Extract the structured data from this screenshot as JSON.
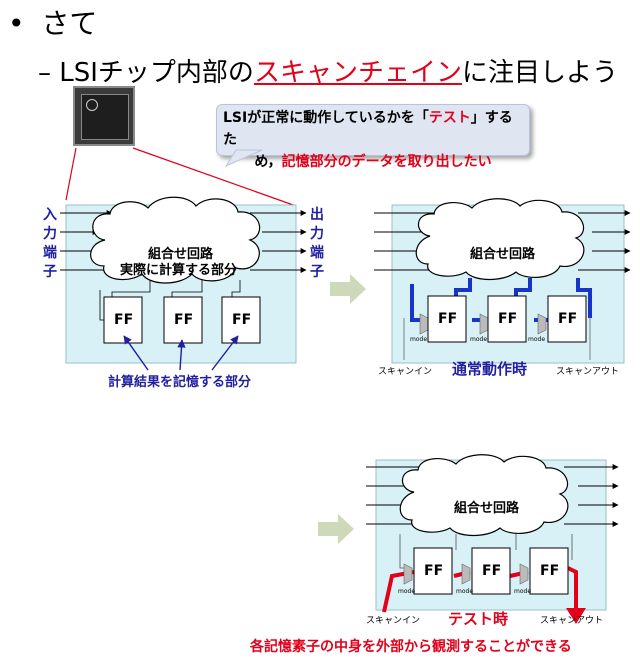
{
  "heading": {
    "bullet": "•",
    "text": "さて"
  },
  "subheading": {
    "prefix": "– LSIチップ内部の",
    "highlight": "スキャンチェイン",
    "suffix": "に注目しよう"
  },
  "callout": {
    "line1_a": "LSIが正常に動作しているかを「",
    "line1_red": "テスト",
    "line1_b": "」するた",
    "line2_a": "め，",
    "line2_red": "記憶部分のデータを取り出したい"
  },
  "left_diagram": {
    "inputs_label": [
      "入",
      "力",
      "端",
      "子"
    ],
    "outputs_label": [
      "出",
      "力",
      "端",
      "子"
    ],
    "logic_title": "組合せ回路",
    "logic_subtitle": "実際に計算する部分",
    "ff_labels": [
      "FF",
      "FF",
      "FF"
    ],
    "memory_label": "計算結果を記憶する部分"
  },
  "right_diagram": {
    "logic_title": "組合せ回路",
    "ff_labels": [
      "FF",
      "FF",
      "FF"
    ],
    "mode_label": "mode",
    "scan_in": "スキャンイン",
    "scan_out": "スキャンアウト",
    "caption": "通常動作時"
  },
  "bottom_diagram": {
    "logic_title": "組合せ回路",
    "ff_labels": [
      "FF",
      "FF",
      "FF"
    ],
    "mode_label": "mode",
    "scan_in": "スキャンイン",
    "scan_out": "スキャンアウト",
    "caption": "テスト時"
  },
  "conclusion": "各記憶素子の中身を外部から観測することができる",
  "colors": {
    "red": "#e2001a",
    "blue": "#1f1fa0",
    "panel": "#d7f1f6",
    "scan_blue": "#1736c8"
  }
}
